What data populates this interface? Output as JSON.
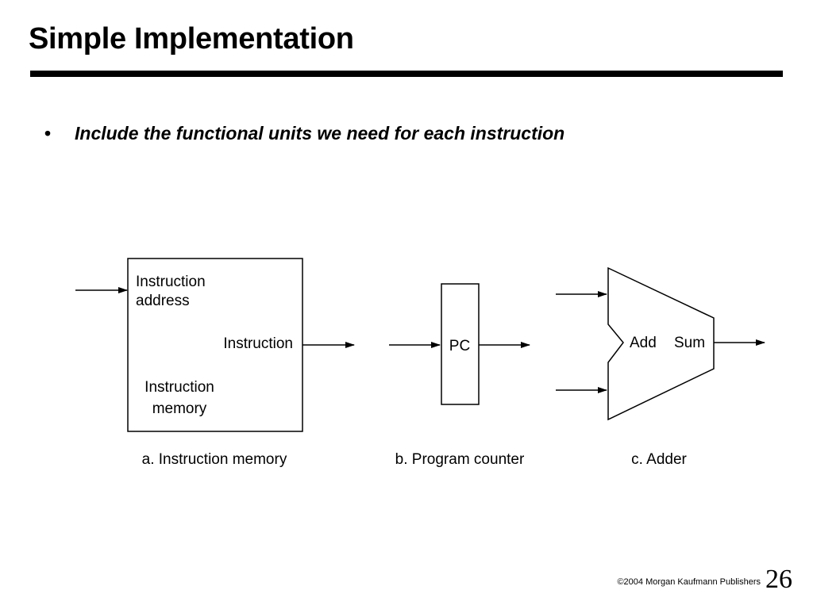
{
  "slide": {
    "title": "Simple Implementation",
    "bullet_symbol": "•",
    "bullet_text": "Include the functional units we need for each instruction",
    "copyright_symbol": "©",
    "copyright_text": "2004 Morgan Kaufmann Publishers",
    "page_number": "26"
  },
  "diagram": {
    "instruction_memory": {
      "input_label_line1": "Instruction",
      "input_label_line2": "address",
      "output_label": "Instruction",
      "name_line1": "Instruction",
      "name_line2": "memory",
      "caption": "a. Instruction memory"
    },
    "program_counter": {
      "label": "PC",
      "caption": "b. Program counter"
    },
    "adder": {
      "op_label": "Add",
      "output_label": "Sum",
      "caption": "c. Adder"
    }
  }
}
